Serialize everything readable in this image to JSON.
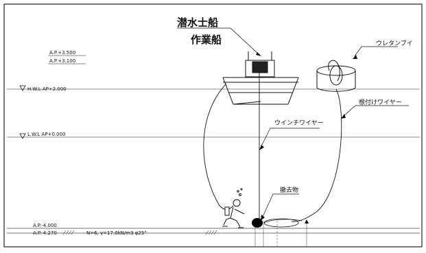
{
  "title": {
    "line1": "潜水士船",
    "line2": "作業船"
  },
  "levels": {
    "ap_3500": "A.P.+3.500",
    "ap_3100": "A.P.+3.100",
    "hwl": "H.W.L AP+2.000",
    "lwl": "L.W.L AP+0.000",
    "ap_m4000": "A.P.-4.000",
    "ap_m4270": "A.P.-4.270"
  },
  "soil": "N=6, γ=17.0kN/m3 φ25°",
  "callouts": {
    "buoy": "ウレタンブイ",
    "mooring_wire": "根付けワイヤー",
    "winch_wire": "ウインチワイヤー",
    "debris": "撤去物"
  },
  "colors": {
    "line": "#111111",
    "grid": "#555555"
  }
}
